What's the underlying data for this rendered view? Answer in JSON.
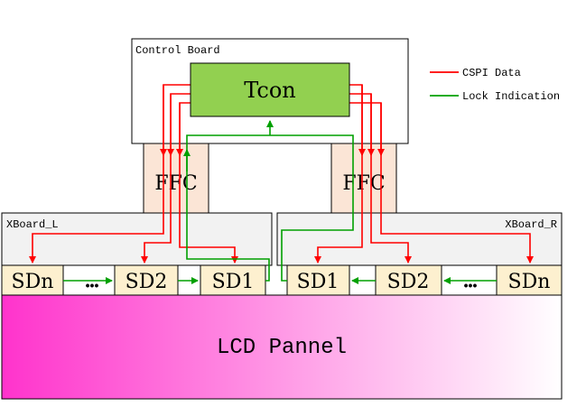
{
  "colors": {
    "cspi": "#ff0000",
    "lock": "#00a000",
    "tcon_fill": "#92d050",
    "ffc_fill": "#fbe5d6",
    "sd_fill": "#fdf0cf",
    "board_fill": "#f2f2f2",
    "panel_left": "#ff33cc",
    "panel_right": "#ffffff"
  },
  "control_board": {
    "label": "Control Board"
  },
  "tcon": {
    "label": "Tcon"
  },
  "ffc": {
    "left_label": "FFC",
    "right_label": "FFC"
  },
  "xboard_left": {
    "label": "XBoard_L"
  },
  "xboard_right": {
    "label": "XBoard_R"
  },
  "sd_left": [
    "SDn",
    "SD2",
    "SD1"
  ],
  "sd_right": [
    "SD1",
    "SD2",
    "SDn"
  ],
  "ellipsis": "•••",
  "legend": {
    "cspi_label": "CSPI Data",
    "lock_label": "Lock Indication"
  },
  "panel": {
    "label": "LCD Pannel"
  }
}
